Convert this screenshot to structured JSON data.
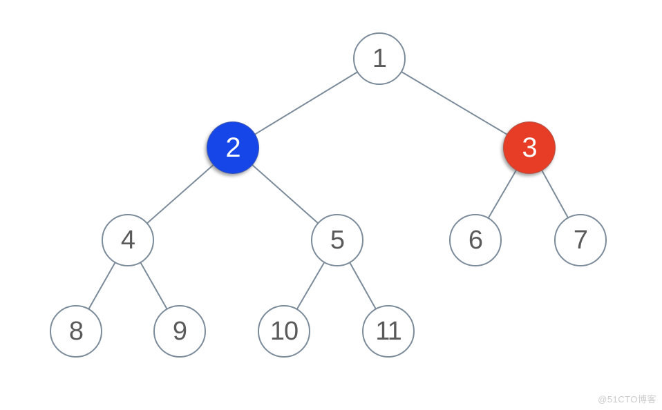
{
  "tree": {
    "nodes": [
      {
        "id": "1",
        "label": "1",
        "style": "plain"
      },
      {
        "id": "2",
        "label": "2",
        "style": "blue"
      },
      {
        "id": "3",
        "label": "3",
        "style": "red"
      },
      {
        "id": "4",
        "label": "4",
        "style": "plain"
      },
      {
        "id": "5",
        "label": "5",
        "style": "plain"
      },
      {
        "id": "6",
        "label": "6",
        "style": "plain"
      },
      {
        "id": "7",
        "label": "7",
        "style": "plain"
      },
      {
        "id": "8",
        "label": "8",
        "style": "plain"
      },
      {
        "id": "9",
        "label": "9",
        "style": "plain"
      },
      {
        "id": "10",
        "label": "10",
        "style": "plain"
      },
      {
        "id": "11",
        "label": "11",
        "style": "plain"
      }
    ],
    "edges": [
      [
        "1",
        "2"
      ],
      [
        "1",
        "3"
      ],
      [
        "2",
        "4"
      ],
      [
        "2",
        "5"
      ],
      [
        "3",
        "6"
      ],
      [
        "3",
        "7"
      ],
      [
        "4",
        "8"
      ],
      [
        "4",
        "9"
      ],
      [
        "5",
        "10"
      ],
      [
        "5",
        "11"
      ]
    ],
    "colors": {
      "blue_fill": "#1646e8",
      "red_fill": "#e73c25",
      "circle_border": "#7b8b9a",
      "edge_line": "#7b8b9a",
      "label_gray": "#5a5a5a",
      "label_on_fill": "#ffffff"
    }
  },
  "watermark": {
    "text": "@51CTO博客",
    "color": "#cbcbcb"
  }
}
